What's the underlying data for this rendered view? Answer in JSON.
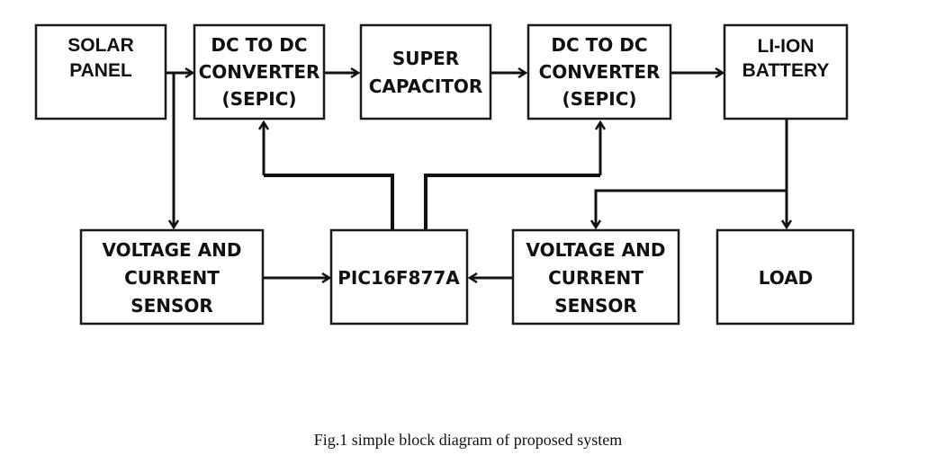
{
  "figure": {
    "caption": "Fig.1 simple block diagram of proposed system"
  },
  "blocks": {
    "solar_panel": {
      "lines": [
        "SOLAR",
        "PANEL"
      ]
    },
    "converter_1": {
      "lines": [
        "DC TO DC",
        "CONVERTER",
        "(SEPIC)"
      ]
    },
    "super_capacitor": {
      "lines": [
        "SUPER",
        "CAPACITOR"
      ]
    },
    "converter_2": {
      "lines": [
        "DC TO DC",
        "CONVERTER",
        "(SEPIC)"
      ]
    },
    "battery": {
      "lines": [
        "LI-ION",
        "BATTERY"
      ]
    },
    "sensor_1": {
      "lines": [
        "VOLTAGE AND",
        "CURRENT",
        "SENSOR"
      ]
    },
    "controller": {
      "lines": [
        "PIC16F877A"
      ]
    },
    "sensor_2": {
      "lines": [
        "VOLTAGE AND",
        "CURRENT",
        "SENSOR"
      ]
    },
    "load": {
      "lines": [
        "LOAD"
      ]
    }
  },
  "connections": [
    {
      "from": "solar_panel",
      "to": "converter_1"
    },
    {
      "from": "converter_1",
      "to": "super_capacitor"
    },
    {
      "from": "super_capacitor",
      "to": "converter_2"
    },
    {
      "from": "converter_2",
      "to": "battery"
    },
    {
      "from": "solar_panel",
      "to": "sensor_1"
    },
    {
      "from": "sensor_1",
      "to": "controller"
    },
    {
      "from": "sensor_2",
      "to": "controller"
    },
    {
      "from": "controller",
      "to": "converter_1"
    },
    {
      "from": "controller",
      "to": "converter_2"
    },
    {
      "from": "battery",
      "to": "sensor_2"
    },
    {
      "from": "battery",
      "to": "load"
    }
  ]
}
